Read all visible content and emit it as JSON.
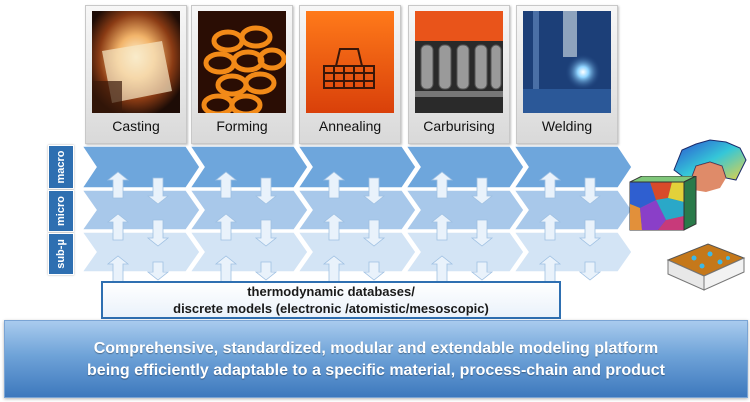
{
  "processes": [
    {
      "label": "Casting"
    },
    {
      "label": "Forming"
    },
    {
      "label": "Annealing"
    },
    {
      "label": "Carburising"
    },
    {
      "label": "Welding"
    }
  ],
  "scales": [
    "macro",
    "micro",
    "sub-µ"
  ],
  "database": {
    "line1": "thermodynamic  databases/",
    "line2": "discrete models (electronic /atomistic/mesoscopic)"
  },
  "platform": {
    "line1": "Comprehensive, standardized, modular and extendable modeling platform",
    "line2": "being efficiently adaptable to a specific material, process-chain and product"
  },
  "colors": {
    "macro_row": "#6ea6dc",
    "micro_row": "#a8c8ea",
    "subu_row": "#d3e4f5",
    "accent": "#2e6fb1"
  }
}
